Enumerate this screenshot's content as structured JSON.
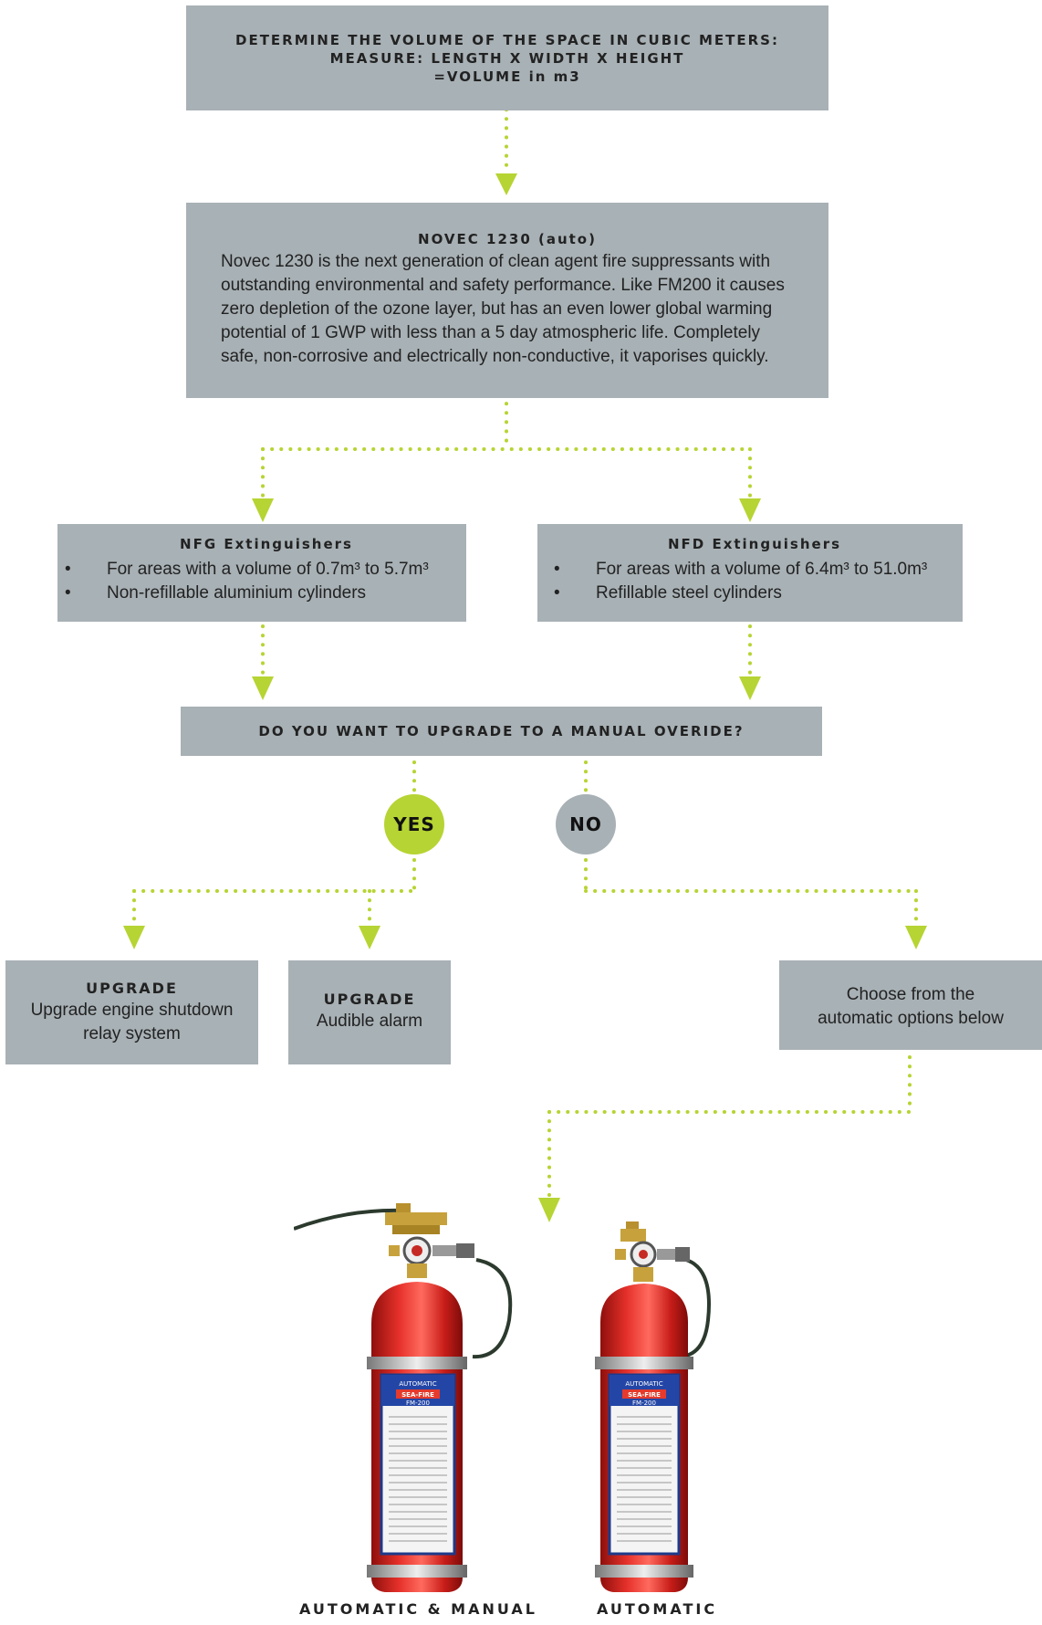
{
  "colors": {
    "box": "#a8b1b5",
    "accent": "#b6d433",
    "connector": "#b6d433",
    "no_circle": "#a8b1b5",
    "extinguisher_red": "#d8231f"
  },
  "step1": {
    "line1": "DETERMINE THE VOLUME OF THE SPACE IN CUBIC METERS:",
    "line2": "MEASURE: LENGTH X WIDTH X HEIGHT",
    "line3": "=VOLUME in m3"
  },
  "novec": {
    "title": "NOVEC 1230 (auto)",
    "body": "Novec 1230 is the next generation of clean agent fire suppressants with outstanding environmental and safety performance. Like FM200 it causes zero depletion of the ozone layer, but has an even lower global warming potential of 1 GWP with less than a 5 day atmospheric life. Completely safe, non-corrosive and electrically non-conductive, it vaporises quickly."
  },
  "nfg": {
    "title": "NFG Extinguishers",
    "bullet_char": "•",
    "items": [
      "For areas with a volume of 0.7m³ to 5.7m³",
      "Non-refillable aluminium cylinders"
    ]
  },
  "nfd": {
    "title": "NFD Extinguishers",
    "bullet_char": "•",
    "items": [
      "For areas with a volume of 6.4m³ to 51.0m³",
      "Refillable steel cylinders"
    ]
  },
  "question": "DO YOU WANT TO UPGRADE TO A MANUAL OVERIDE?",
  "yes_label": "YES",
  "no_label": "NO",
  "upgrade1": {
    "title": "UPGRADE",
    "line1": "Upgrade engine shutdown",
    "line2": "relay system"
  },
  "upgrade2": {
    "title": "UPGRADE",
    "line1": "Audible alarm"
  },
  "choose": {
    "line1": "Choose from the",
    "line2": "automatic options below"
  },
  "product_labels": {
    "left": "AUTOMATIC & MANUAL",
    "right": "AUTOMATIC"
  },
  "extinguisher_label": {
    "top": "AUTOMATIC",
    "brand": "SEA-FIRE",
    "model": "FM-200"
  }
}
